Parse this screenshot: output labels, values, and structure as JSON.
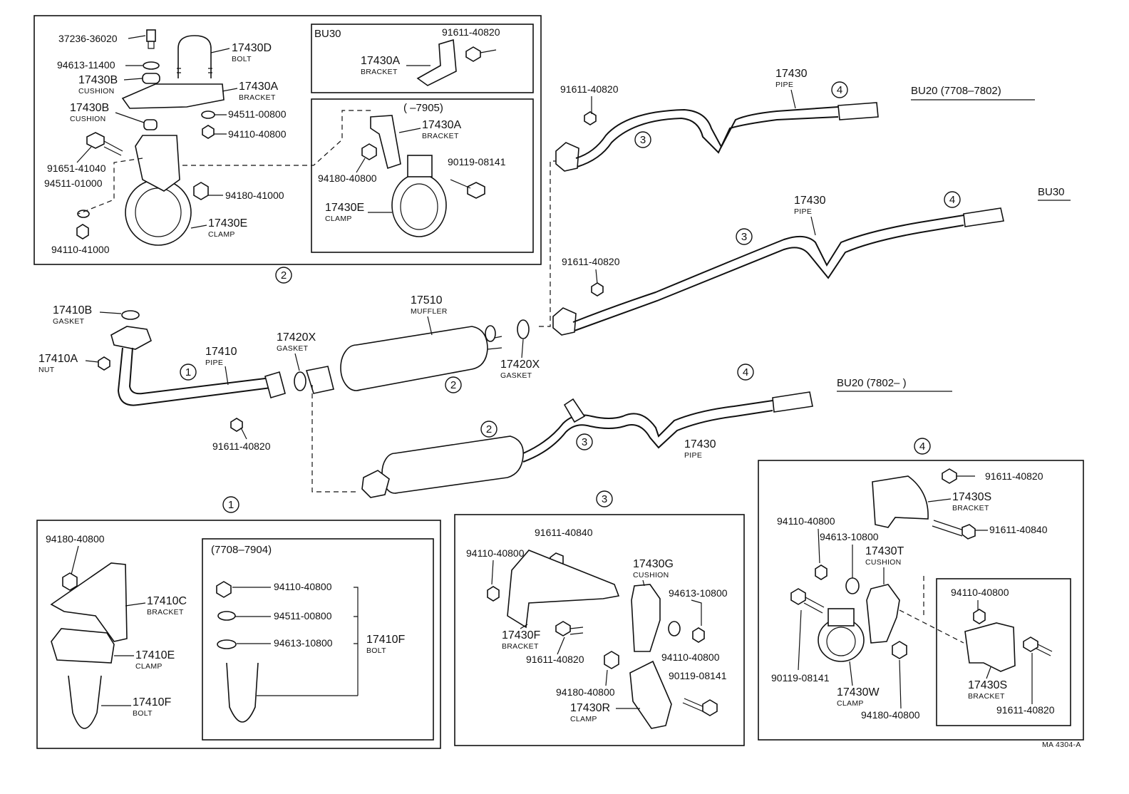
{
  "drawing_code": "MA 4304-A",
  "variants": {
    "bu20_early": "BU20 (7708–7802)",
    "bu30": "BU30",
    "bu20_late": "BU20 (7802–       )"
  },
  "main_parts": {
    "p17410b": {
      "num": "17410B",
      "name": "GASKET"
    },
    "p17410a": {
      "num": "17410A",
      "name": "NUT"
    },
    "p17410": {
      "num": "17410",
      "name": "PIPE"
    },
    "p17420x_a": {
      "num": "17420X",
      "name": "GASKET"
    },
    "p17510": {
      "num": "17510",
      "name": "MUFFLER"
    },
    "p17420x_b": {
      "num": "17420X",
      "name": "GASKET"
    },
    "bolt_main": "91611-40820",
    "bolt_bu20": "91611-40820",
    "bolt_bu30": "91611-40820",
    "pipe_bu20_early": {
      "num": "17430",
      "name": "PIPE"
    },
    "pipe_bu30": {
      "num": "17430",
      "name": "PIPE"
    },
    "pipe_bu20_late": {
      "num": "17430",
      "name": "PIPE"
    }
  },
  "callouts": {
    "c1": "1",
    "c2": "2",
    "c3": "3",
    "c4": "4"
  },
  "box2": {
    "left": {
      "p1": "37236-36020",
      "p2": {
        "num": "17430D",
        "name": "BOLT"
      },
      "p3": "94613-11400",
      "p4": {
        "num": "17430B",
        "name": "CUSHION"
      },
      "p5": {
        "num": "17430A",
        "name": "BRACKET"
      },
      "p6": {
        "num": "17430B",
        "name": "CUSHION"
      },
      "p7": "94511-00800",
      "p8": "94110-40800",
      "p9": "91651-41040",
      "p10": "94511-01000",
      "p11": "94180-41000",
      "p12": {
        "num": "17430E",
        "name": "CLAMP"
      },
      "p13": "94110-41000"
    },
    "bu30": {
      "title": "BU30",
      "p1": "91611-40820",
      "p2": {
        "num": "17430A",
        "name": "BRACKET"
      }
    },
    "range": {
      "title": "(         –7905)",
      "p1": {
        "num": "17430A",
        "name": "BRACKET"
      },
      "p2": "94180-40800",
      "p3": "90119-08141",
      "p4": {
        "num": "17430E",
        "name": "CLAMP"
      }
    }
  },
  "box1": {
    "p1": "94180-40800",
    "p2": {
      "num": "17410C",
      "name": "BRACKET"
    },
    "p3": {
      "num": "17410E",
      "name": "CLAMP"
    },
    "p4": {
      "num": "17410F",
      "name": "BOLT"
    },
    "inner": {
      "title": "(7708–7904)",
      "p1": "94110-40800",
      "p2": "94511-00800",
      "p3": "94613-10800",
      "p4": {
        "num": "17410F",
        "name": "BOLT"
      }
    }
  },
  "box3": {
    "p1": "91611-40840",
    "p2": "94110-40800",
    "p3": {
      "num": "17430G",
      "name": "CUSHION"
    },
    "p4": "94613-10800",
    "p5": {
      "num": "17430F",
      "name": "BRACKET"
    },
    "p6": "91611-40820",
    "p7": "94110-40800",
    "p8": "94180-40800",
    "p9": "90119-08141",
    "p10": {
      "num": "17430R",
      "name": "CLAMP"
    }
  },
  "box4": {
    "p1": "91611-40820",
    "p2": {
      "num": "17430S",
      "name": "BRACKET"
    },
    "p3": "94110-40800",
    "p4": "91611-40840",
    "p5": "94613-10800",
    "p6": {
      "num": "17430T",
      "name": "CUSHION"
    },
    "p7": "90119-08141",
    "p8": {
      "num": "17430W",
      "name": "CLAMP"
    },
    "p9": "94180-40800",
    "inner": {
      "p1": "94110-40800",
      "p2": {
        "num": "17430S",
        "name": "BRACKET"
      },
      "p3": "91611-40820"
    }
  }
}
